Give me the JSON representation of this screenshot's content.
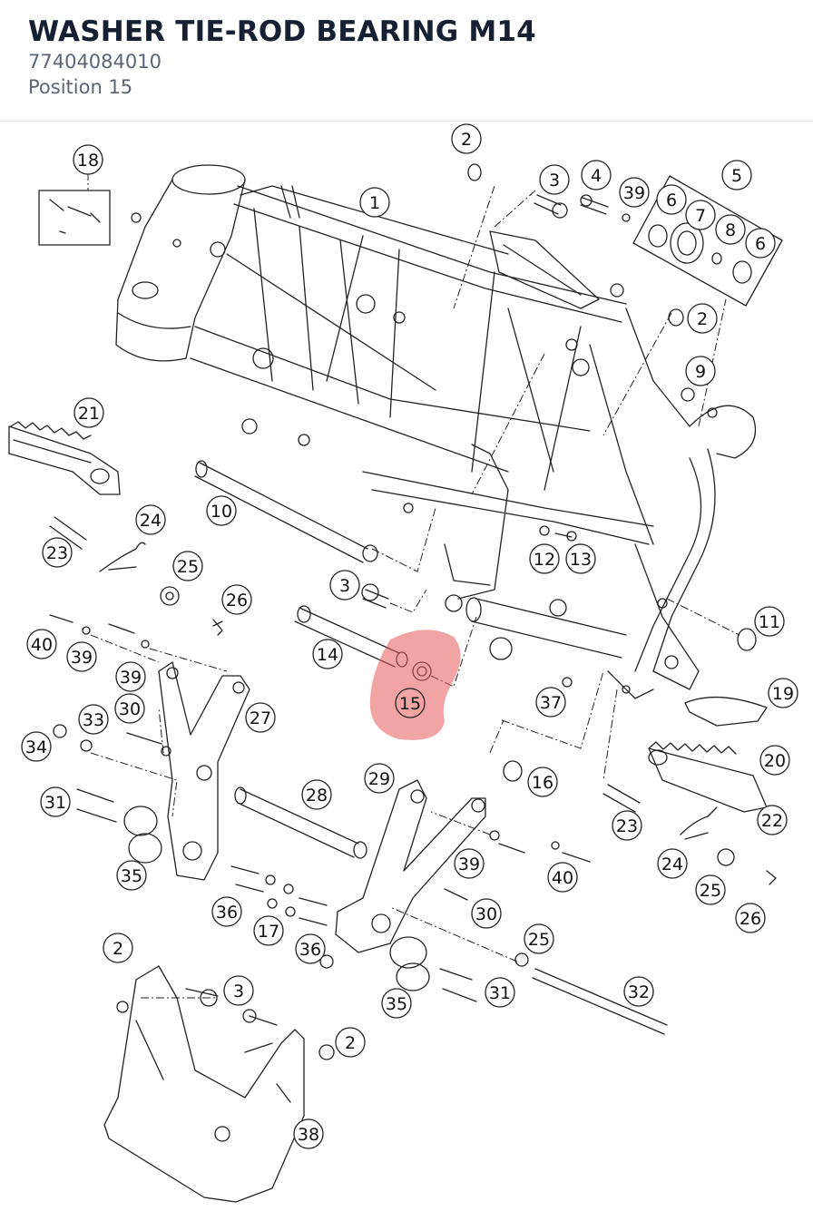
{
  "part": {
    "name": "WASHER TIE-ROD BEARING M14",
    "number": "77404084010",
    "position": "Position 15"
  },
  "colors": {
    "highlight": "#e85a5a",
    "line": "#222222",
    "title": "#172033",
    "subtitle": "#5d6472"
  },
  "diagram": {
    "selected_position": "15",
    "labels": [
      "1",
      "2",
      "2",
      "2",
      "2",
      "3",
      "3",
      "3",
      "4",
      "5",
      "6",
      "7",
      "8",
      "6",
      "9",
      "10",
      "11",
      "12",
      "13",
      "14",
      "15",
      "16",
      "17",
      "18",
      "19",
      "20",
      "21",
      "22",
      "23",
      "23",
      "24",
      "24",
      "25",
      "25",
      "25",
      "26",
      "26",
      "27",
      "28",
      "29",
      "30",
      "30",
      "31",
      "31",
      "32",
      "33",
      "34",
      "35",
      "35",
      "36",
      "36",
      "37",
      "38",
      "39",
      "39",
      "39",
      "39",
      "40",
      "40"
    ]
  }
}
